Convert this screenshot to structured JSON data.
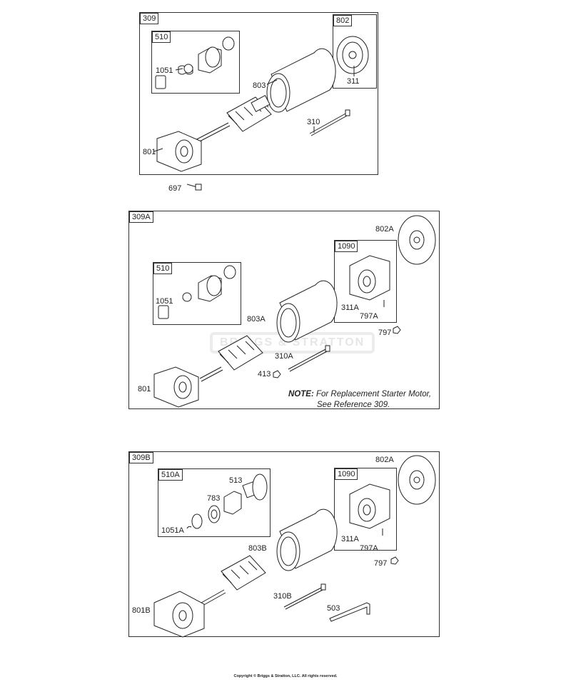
{
  "sections": {
    "s309": {
      "ref": "309",
      "kit_ref": "510",
      "cap_ref": "802",
      "labels": [
        "1051",
        "803",
        "311",
        "310",
        "801",
        "697"
      ]
    },
    "s309a": {
      "ref": "309A",
      "kit_ref": "510",
      "brush_ref": "1090",
      "labels": [
        "802A",
        "1051",
        "803A",
        "311A",
        "797A",
        "797",
        "310A",
        "413",
        "801"
      ],
      "note_prefix": "NOTE:",
      "note_line1": " For Replacement Starter Motor,",
      "note_line2": "See Reference 309."
    },
    "s309b": {
      "ref": "309B",
      "kit_ref": "510A",
      "brush_ref": "1090",
      "labels": [
        "802A",
        "513",
        "783",
        "1051A",
        "803B",
        "311A",
        "797A",
        "797",
        "310B",
        "503",
        "801B"
      ]
    }
  },
  "watermark": "BRIGGS & STRATTON",
  "copyright": "Copyright © Briggs & Stratton, LLC. All rights reserved."
}
